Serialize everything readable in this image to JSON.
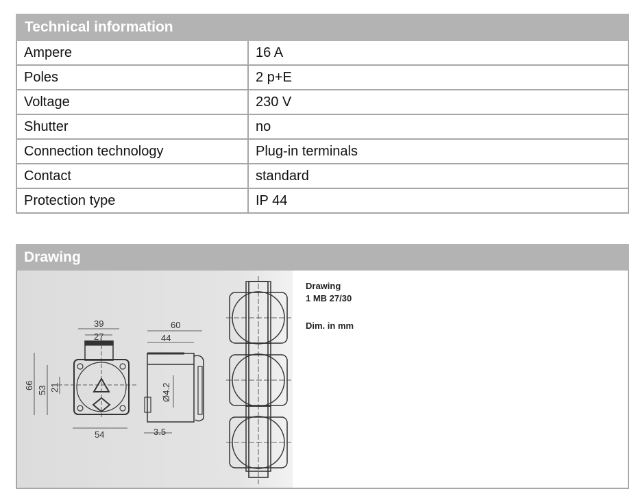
{
  "technical_information": {
    "title": "Technical information",
    "rows": [
      {
        "label": "Ampere",
        "value": "16 A"
      },
      {
        "label": "Poles",
        "value": "2 p+E"
      },
      {
        "label": "Voltage",
        "value": "230 V"
      },
      {
        "label": "Shutter",
        "value": "no"
      },
      {
        "label": "Connection technology",
        "value": "Plug-in terminals"
      },
      {
        "label": "Contact",
        "value": "standard"
      },
      {
        "label": "Protection type",
        "value": "IP 44"
      }
    ]
  },
  "drawing": {
    "title": "Drawing",
    "caption": {
      "line1": "Drawing",
      "line2": "1 MB 27/30",
      "line3": "Dim. in mm"
    },
    "dimensions": {
      "width_outer": "39",
      "width_inner": "27",
      "height_total": "66",
      "height_body": "53",
      "height_center": "21",
      "base_width": "54",
      "depth_total": "60",
      "depth_body": "44",
      "hole_diameter": "Ø4.2",
      "flange": "3.5"
    }
  }
}
